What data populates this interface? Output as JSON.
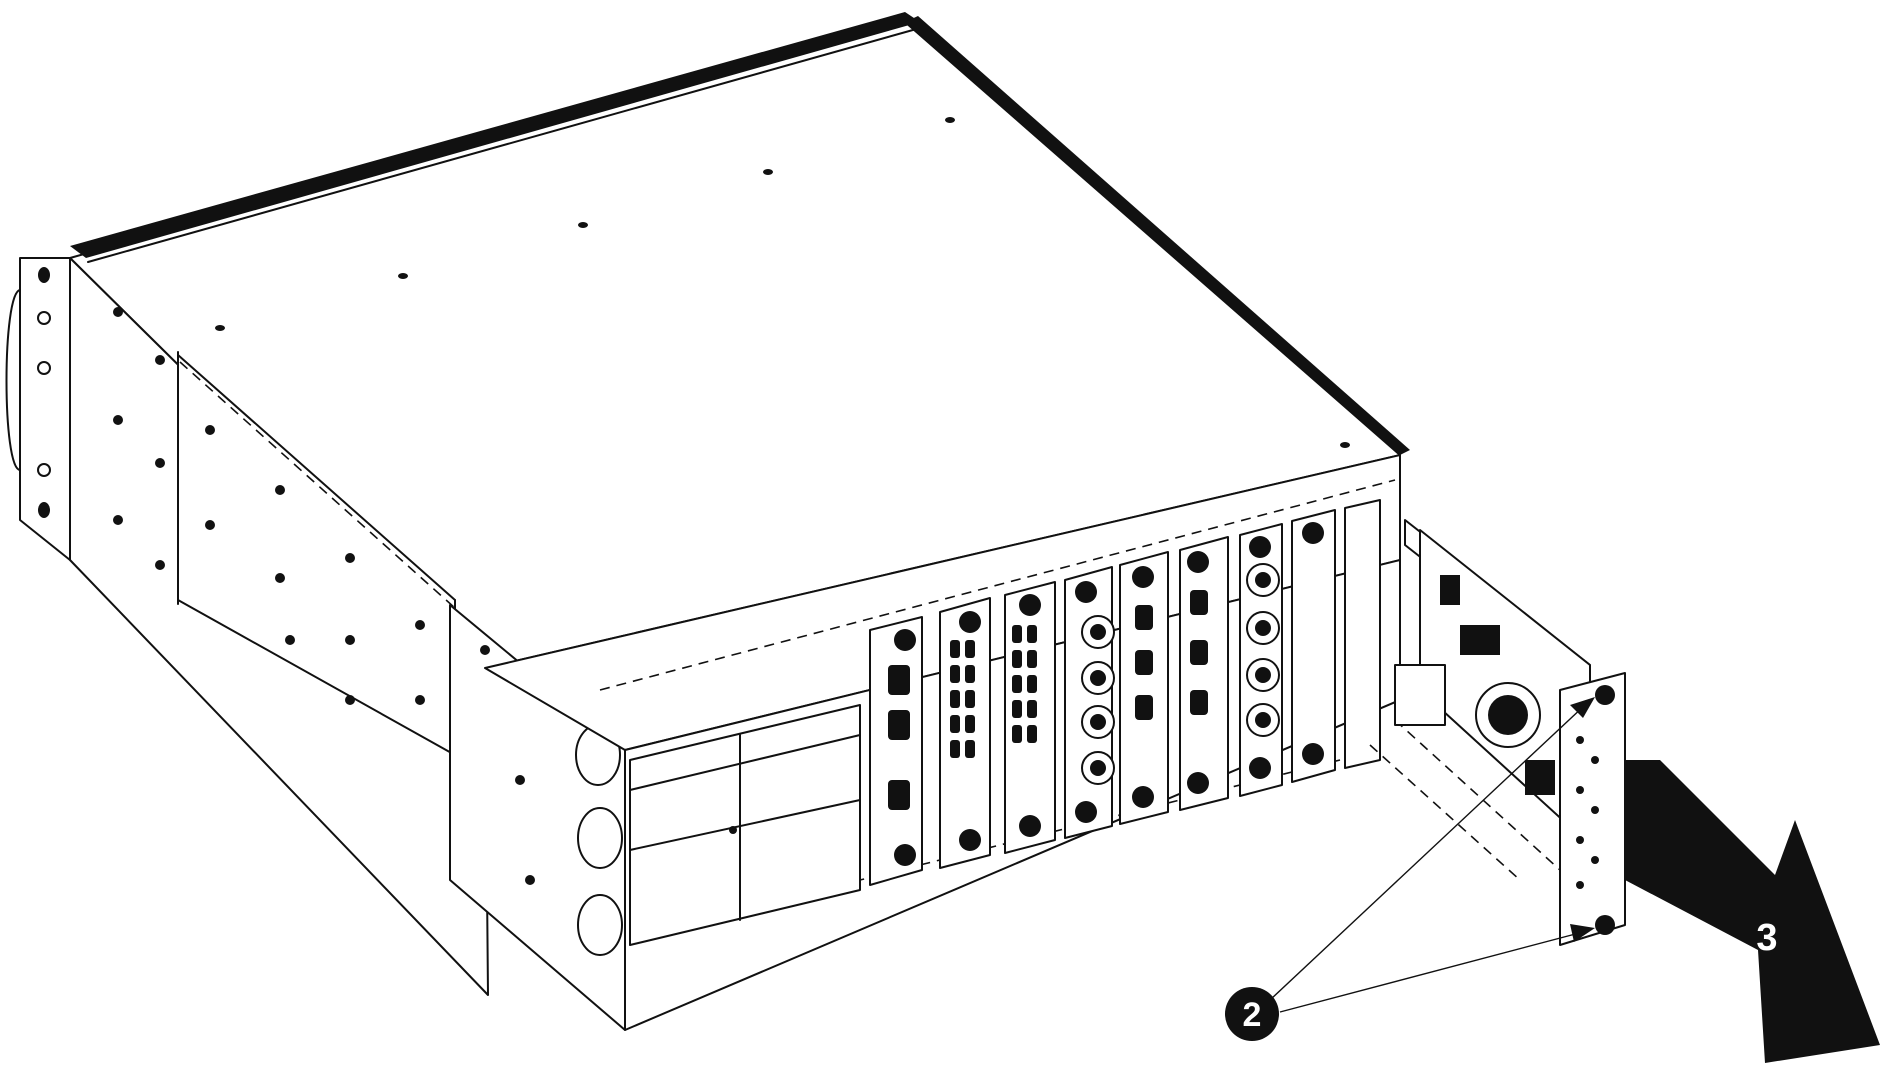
{
  "figure": {
    "callouts": [
      {
        "id": "2",
        "label": "2"
      },
      {
        "id": "3",
        "label": "3"
      }
    ]
  },
  "colors": {
    "ink": "#111111",
    "paper": "#ffffff"
  },
  "icons": {
    "callout": "filled-circle-number",
    "direction": "removal-arrow"
  }
}
